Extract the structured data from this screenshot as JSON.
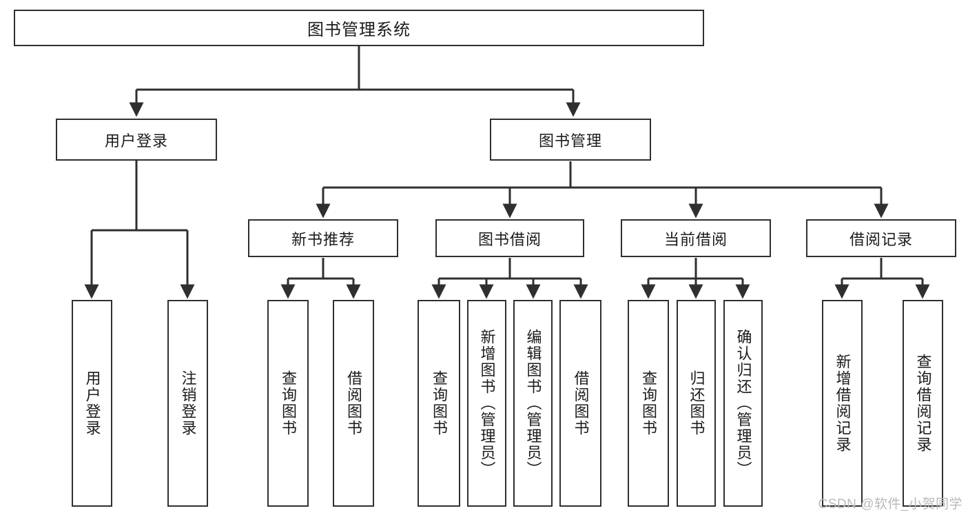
{
  "diagram": {
    "title": "图书管理系统",
    "watermark": "CSDN @软件_小贺同学",
    "stroke_color": "#2f2f2f",
    "background_color": "#ffffff",
    "level2": [
      {
        "label": "用户登录"
      },
      {
        "label": "图书管理"
      }
    ],
    "level3": [
      {
        "label": "新书推荐"
      },
      {
        "label": "图书借阅"
      },
      {
        "label": "当前借阅"
      },
      {
        "label": "借阅记录"
      }
    ],
    "leaves": [
      {
        "label": "用户登录",
        "parent": "用户登录"
      },
      {
        "label": "注销登录",
        "parent": "用户登录"
      },
      {
        "label": "查询图书",
        "parent": "新书推荐"
      },
      {
        "label": "借阅图书",
        "parent": "新书推荐"
      },
      {
        "label": "查询图书",
        "parent": "图书借阅"
      },
      {
        "label": "新增图书（管理员）",
        "parent": "图书借阅"
      },
      {
        "label": "编辑图书（管理员）",
        "parent": "图书借阅"
      },
      {
        "label": "借阅图书",
        "parent": "图书借阅"
      },
      {
        "label": "查询图书",
        "parent": "当前借阅"
      },
      {
        "label": "归还图书",
        "parent": "当前借阅"
      },
      {
        "label": "确认归还（管理员）",
        "parent": "当前借阅"
      },
      {
        "label": "新增借阅记录",
        "parent": "借阅记录"
      },
      {
        "label": "查询借阅记录",
        "parent": "借阅记录"
      }
    ]
  }
}
